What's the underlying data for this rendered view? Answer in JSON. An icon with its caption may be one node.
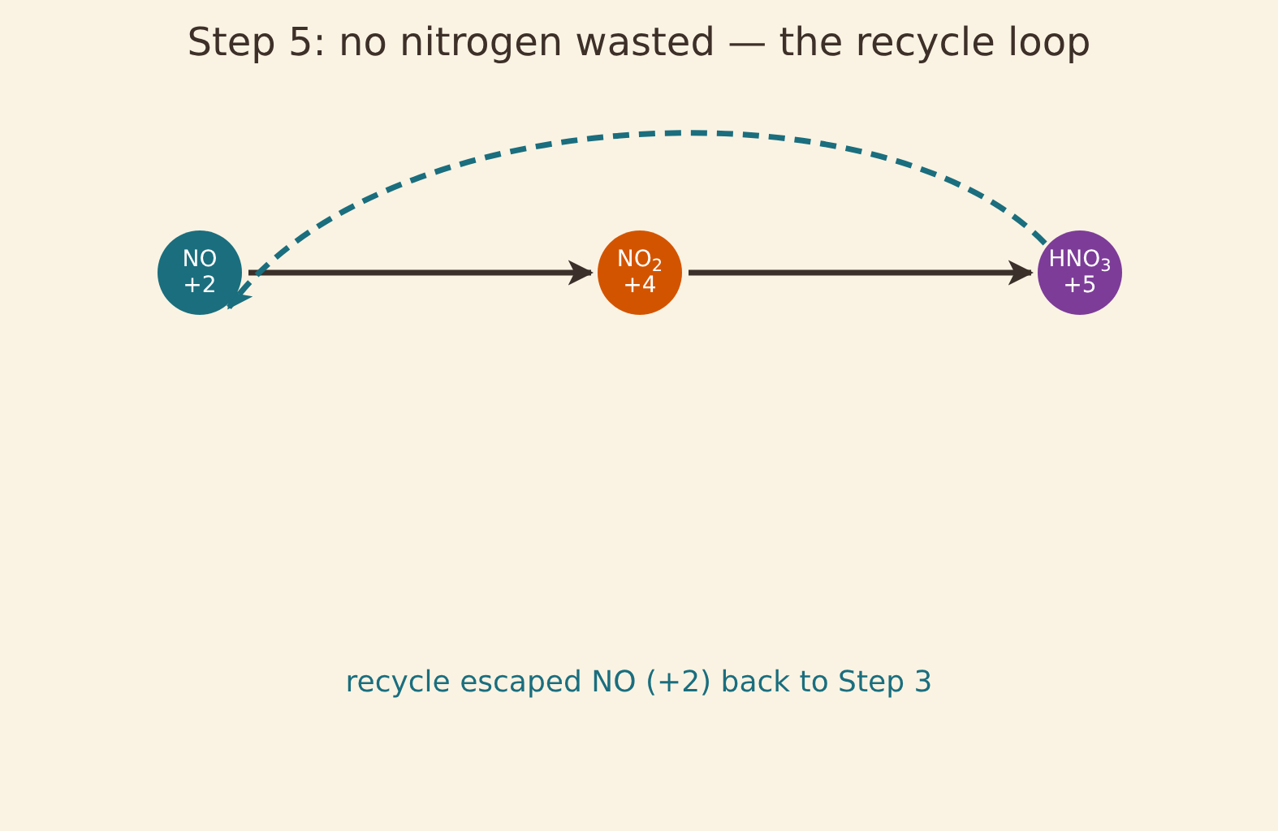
{
  "diagram": {
    "title": "Step 5: no nitrogen wasted — the recycle loop",
    "nodes": [
      {
        "text": [
          "NO",
          "+2"
        ]
      },
      {
        "text": [
          "NO$_{2}$",
          "+4"
        ]
      },
      {
        "text": [
          "HNO$_{3}$",
          "+5"
        ]
      }
    ],
    "edges": [
      {
        "from": 0,
        "to": 1,
        "arrow": "to"
      },
      {
        "from": 1,
        "to": 2,
        "arrow": "to"
      },
      {
        "from": 2,
        "to": 0,
        "arrow": "to",
        "style": "dashed",
        "color": "#1a6e7e"
      }
    ],
    "labels": [
      "recycle escaped NO (+2) back to Step 3"
    ]
  }
}
